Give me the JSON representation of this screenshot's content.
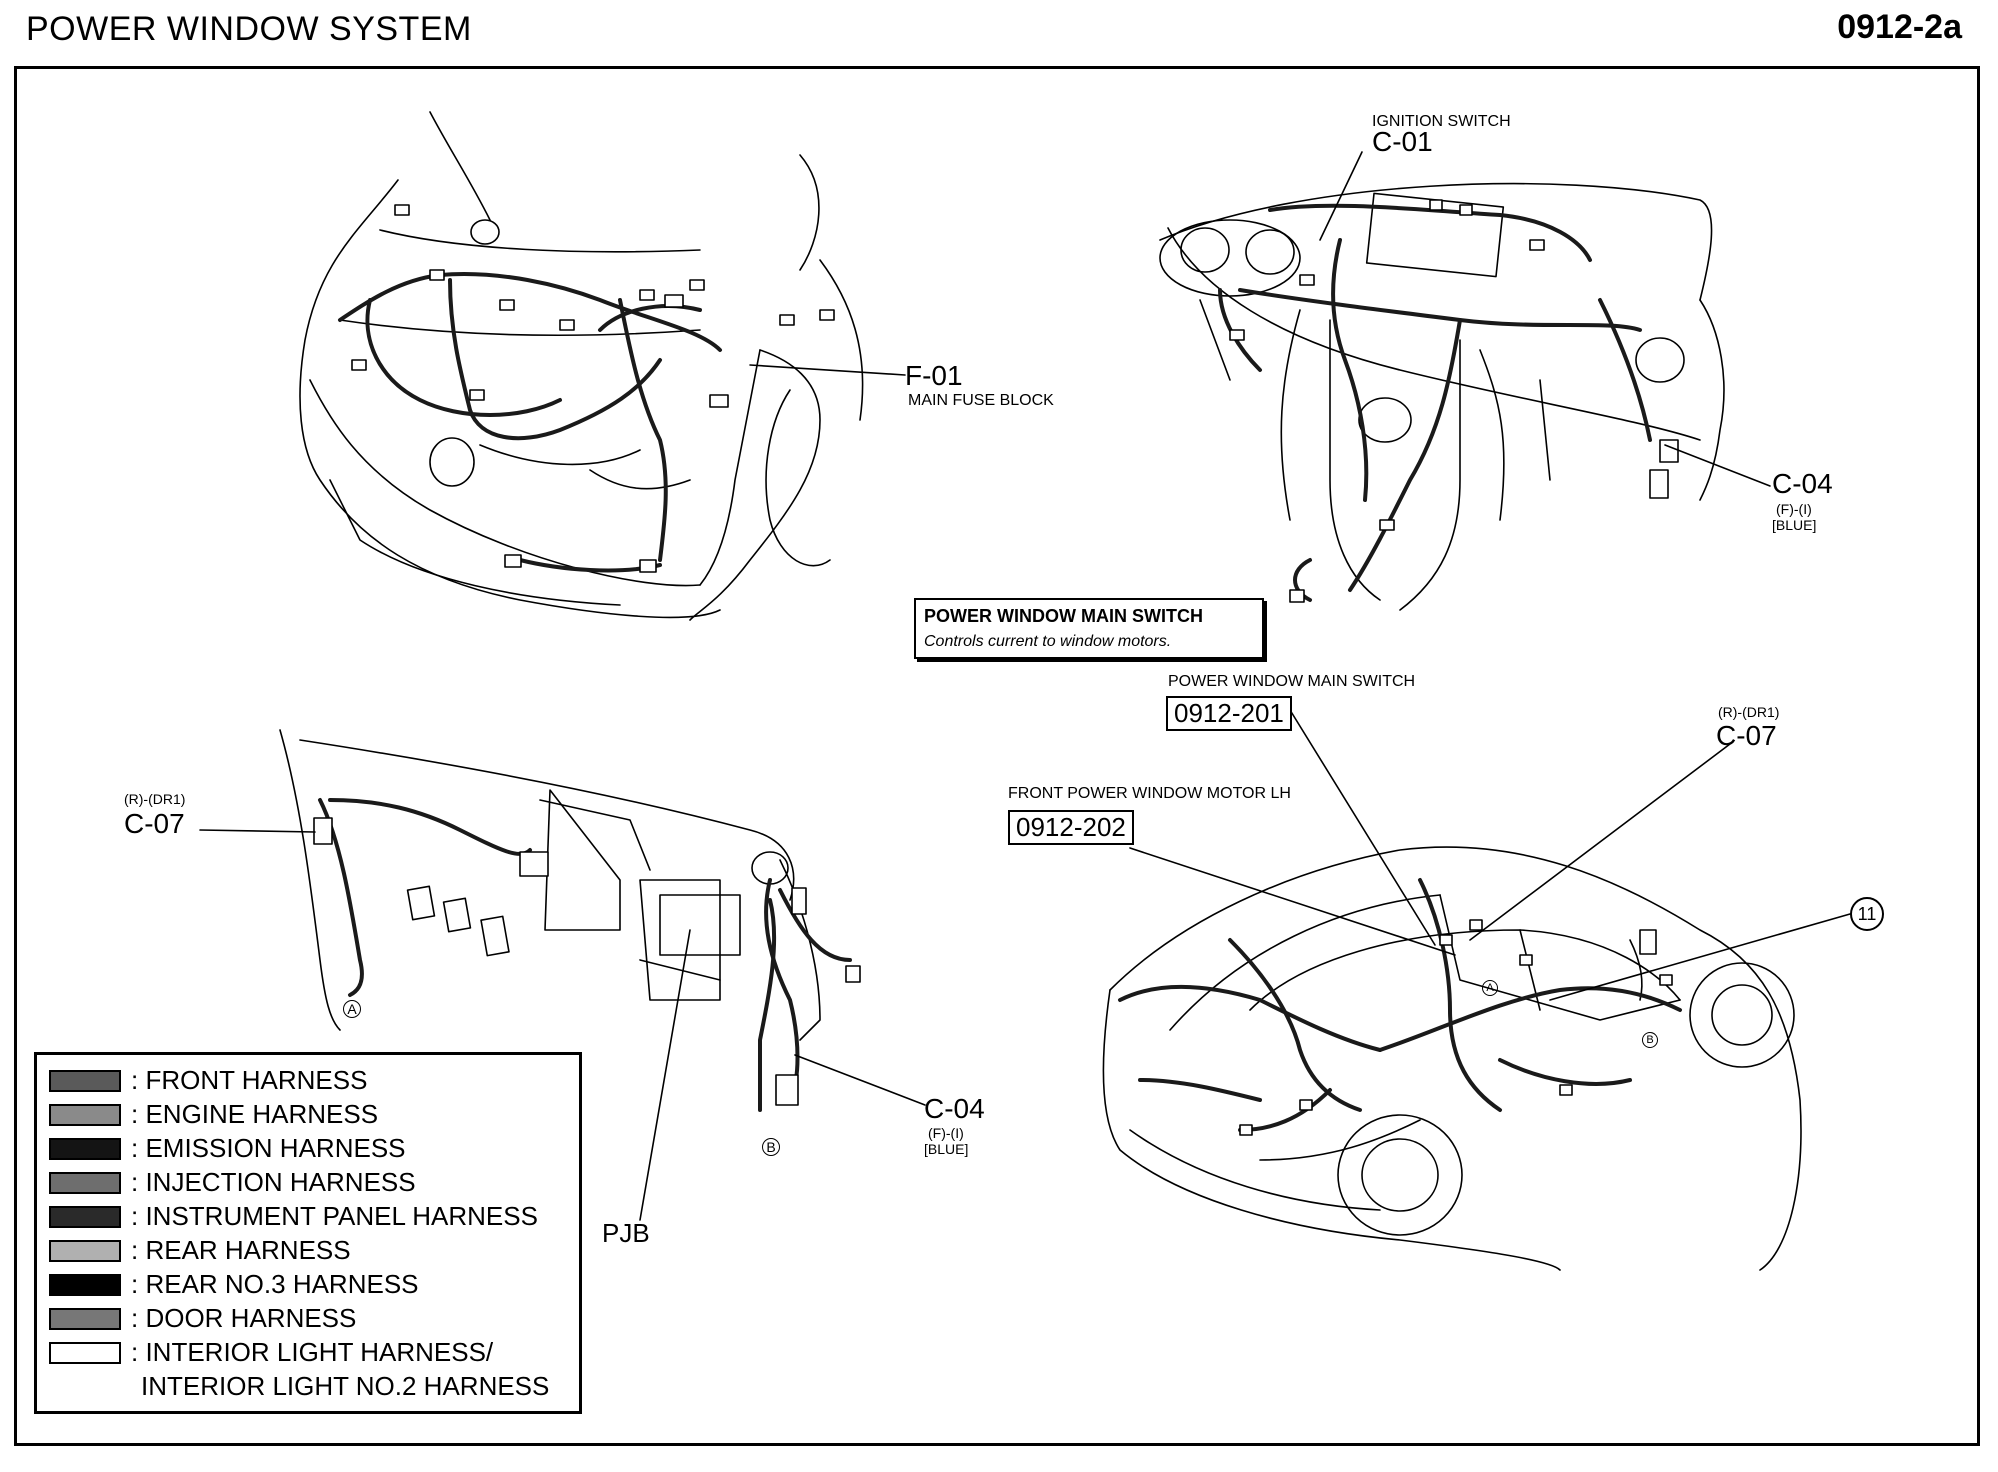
{
  "header": {
    "title": "POWER WINDOW SYSTEM",
    "page_code": "0912-2a"
  },
  "labels": {
    "f01_code": "F-01",
    "f01_name": "MAIN FUSE BLOCK",
    "ignition_name": "IGNITION SWITCH",
    "c01_code": "C-01",
    "c04_top_code": "C-04",
    "c04_top_pin": "(F)-(I)",
    "c04_top_color": "[BLUE]",
    "c07_left_pin": "(R)-(DR1)",
    "c07_left_code": "C-07",
    "c04_bot_code": "C-04",
    "c04_bot_pin": "(F)-(I)",
    "c04_bot_color": "[BLUE]",
    "pjb": "PJB",
    "pwms_name": "POWER WINDOW MAIN SWITCH",
    "pwms_ref": "0912-201",
    "fpwm_name": "FRONT POWER WINDOW MOTOR LH",
    "fpwm_ref": "0912-202",
    "c07_right_pin": "(R)-(DR1)",
    "c07_right_code": "C-07",
    "circle_11": "11",
    "marker_a": "A",
    "marker_b": "B"
  },
  "callout": {
    "title": "POWER WINDOW MAIN SWITCH",
    "subtitle": "Controls current to window motors."
  },
  "legend": {
    "items": [
      {
        "label": ": FRONT HARNESS",
        "fill": "#5a5a5a"
      },
      {
        "label": ": ENGINE HARNESS",
        "fill": "#8a8a8a"
      },
      {
        "label": ": EMISSION HARNESS",
        "fill": "#141414"
      },
      {
        "label": ": INJECTION HARNESS",
        "fill": "#6e6e6e"
      },
      {
        "label": ": INSTRUMENT PANEL HARNESS",
        "fill": "#2a2a2a"
      },
      {
        "label": ": REAR HARNESS",
        "fill": "#b0b0b0"
      },
      {
        "label": ": REAR NO.3 HARNESS",
        "fill": "#000000"
      },
      {
        "label": ": DOOR HARNESS",
        "fill": "#777777"
      },
      {
        "label": ": INTERIOR LIGHT HARNESS/",
        "fill": "#ffffff"
      }
    ],
    "last_line": "INTERIOR LIGHT NO.2 HARNESS"
  }
}
